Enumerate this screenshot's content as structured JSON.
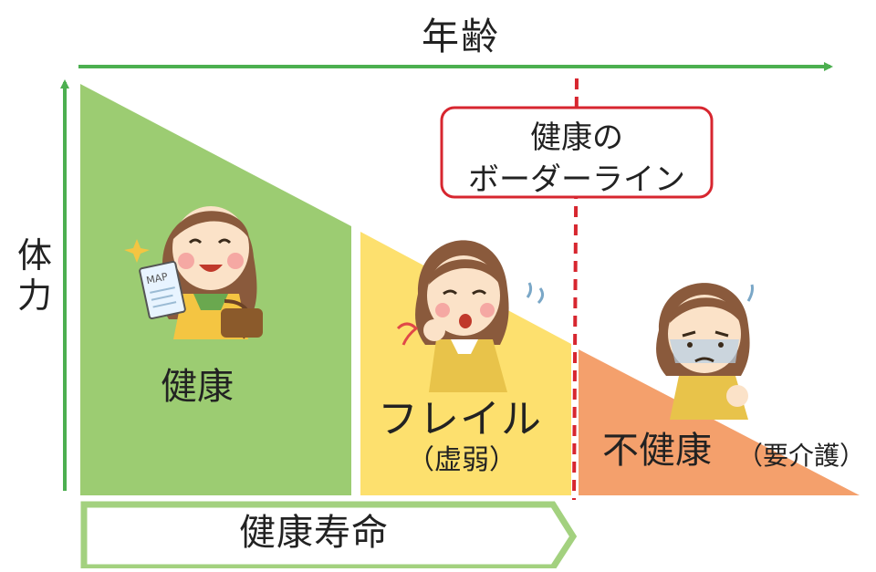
{
  "axes": {
    "x_label": "年齢",
    "y_label": "体力"
  },
  "zones": {
    "healthy": {
      "label": "健康",
      "color": "#9ccc72"
    },
    "frail": {
      "label": "フレイル",
      "sub": "（虚弱）",
      "color": "#fde06e"
    },
    "unhealthy": {
      "label": "不健康",
      "sub": "（要介護）",
      "color": "#f4a06c"
    }
  },
  "border_line": {
    "line1": "健康の",
    "line2": "ボーダーライン",
    "color": "#d7262f"
  },
  "healthy_lifespan": {
    "label": "健康寿命",
    "color": "#a3d17f"
  },
  "colors": {
    "axis": "#4caf50",
    "skin": "#fbe2c8",
    "hair": "#8a5a3c",
    "cheek": "#f49a9a"
  },
  "illustrations": {
    "healthy_character": "happy-woman-with-map-icon",
    "frail_character": "tired-woman-icon",
    "unhealthy_character": "sick-woman-icon",
    "map_text": "MAP"
  }
}
